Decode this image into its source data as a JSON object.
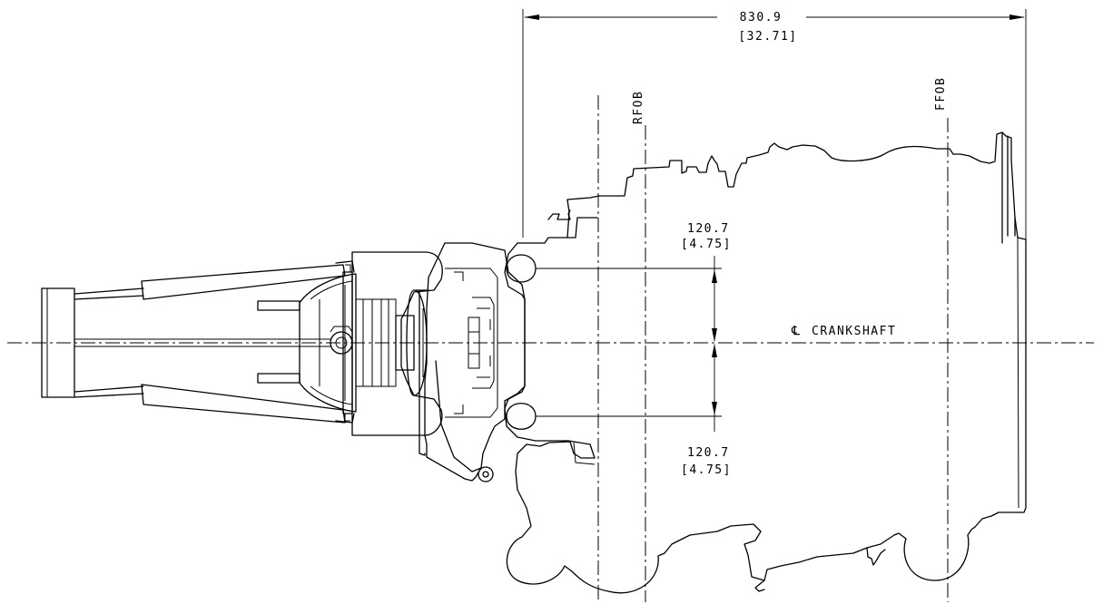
{
  "drawing": {
    "overall_length": {
      "mm": "830.9",
      "in": "[32.71]"
    },
    "upper_offset": {
      "mm": "120.7",
      "in": "[4.75]"
    },
    "lower_offset": {
      "mm": "120.7",
      "in": "[4.75]"
    },
    "centerline_symbol": "℄",
    "centerline_label": "CRANKSHAFT",
    "reference_lines": {
      "rear": "RFOB",
      "front": "FFOB"
    }
  },
  "colors": {
    "line": "#000000",
    "background": "#ffffff"
  }
}
